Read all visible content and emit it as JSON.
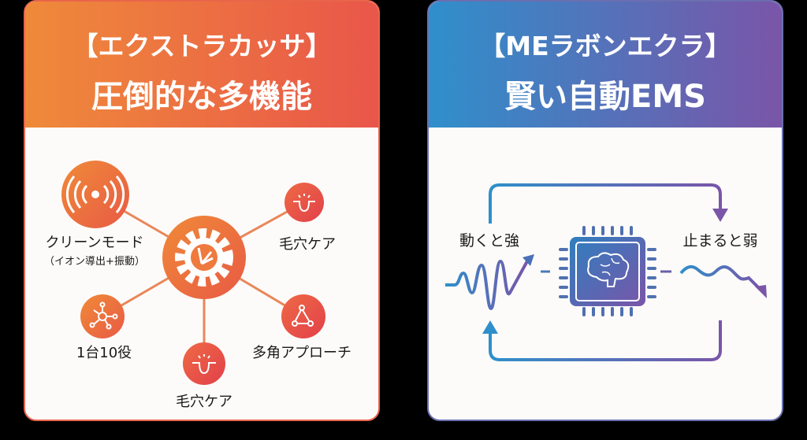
{
  "left_card": {
    "title_line1": "【エクストラカッサ】",
    "title_line2": "圧倒的な多機能",
    "accent_colors": [
      "#ef8a3a",
      "#e9564a"
    ],
    "center_icon": "gear-with-multitool-icon",
    "nodes": [
      {
        "label": "クリーンモード",
        "sublabel": "（イオン導出+振動）",
        "icon": "vibration-waves-icon"
      },
      {
        "label": "毛穴ケア",
        "icon": "pore-icon"
      },
      {
        "label": "1台10役",
        "icon": "hub-network-icon"
      },
      {
        "label": "毛穴ケア",
        "icon": "pore-icon"
      },
      {
        "label": "多角アプローチ",
        "icon": "triangle-nodes-icon"
      }
    ]
  },
  "right_card": {
    "title_line1": "【MEラボンエクラ】",
    "title_line2": "賢い自動EMS",
    "accent_colors": [
      "#2f8fcb",
      "#7a55a8"
    ],
    "center_icon": "ai-chip-brain-icon",
    "left_label": "動くと強",
    "right_label": "止まると弱"
  }
}
